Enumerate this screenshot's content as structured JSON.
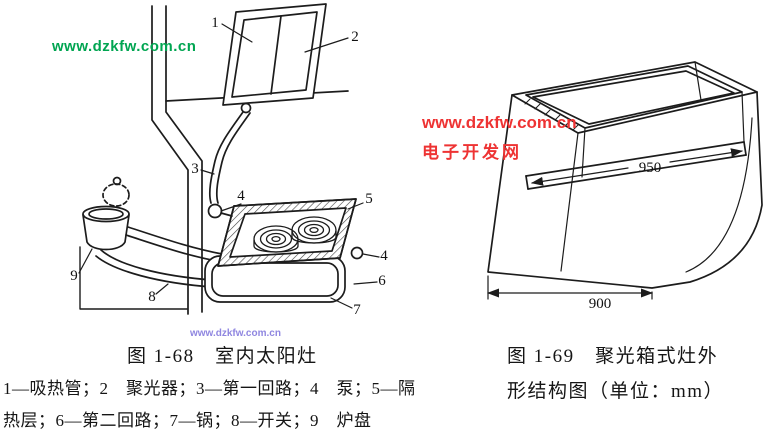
{
  "page": {
    "background": "#ffffff"
  },
  "watermarks": {
    "green": {
      "text": "www.dzkfw.com.cn",
      "color": "#00a551"
    },
    "red_site": {
      "text": "www.dzkfw.com.cn",
      "color": "#ee3333"
    },
    "red_name": {
      "text": "电子开发网",
      "color": "#ee3333"
    },
    "small": {
      "text": "www.dzkfw.com.cn",
      "color": "#8f86e0"
    }
  },
  "left_figure": {
    "caption": "图 1-68　室内太阳灶",
    "legend_line1": "1—吸热管；2　聚光器；3—第一回路；4　泵；5—隔",
    "legend_line2": "热层；6—第二回路；7—锅；8—开关；9　炉盘",
    "labels": {
      "n1": "1",
      "n2": "2",
      "n3": "3",
      "n4a": "4",
      "n5": "5",
      "n4b": "4",
      "n6": "6",
      "n7": "7",
      "n8": "8",
      "n9": "9"
    }
  },
  "right_figure": {
    "caption_line1": "图 1-69　聚光箱式灶外",
    "caption_line2": "形结构图（单位：mm）",
    "dim_top": "950",
    "dim_bottom": "900"
  }
}
